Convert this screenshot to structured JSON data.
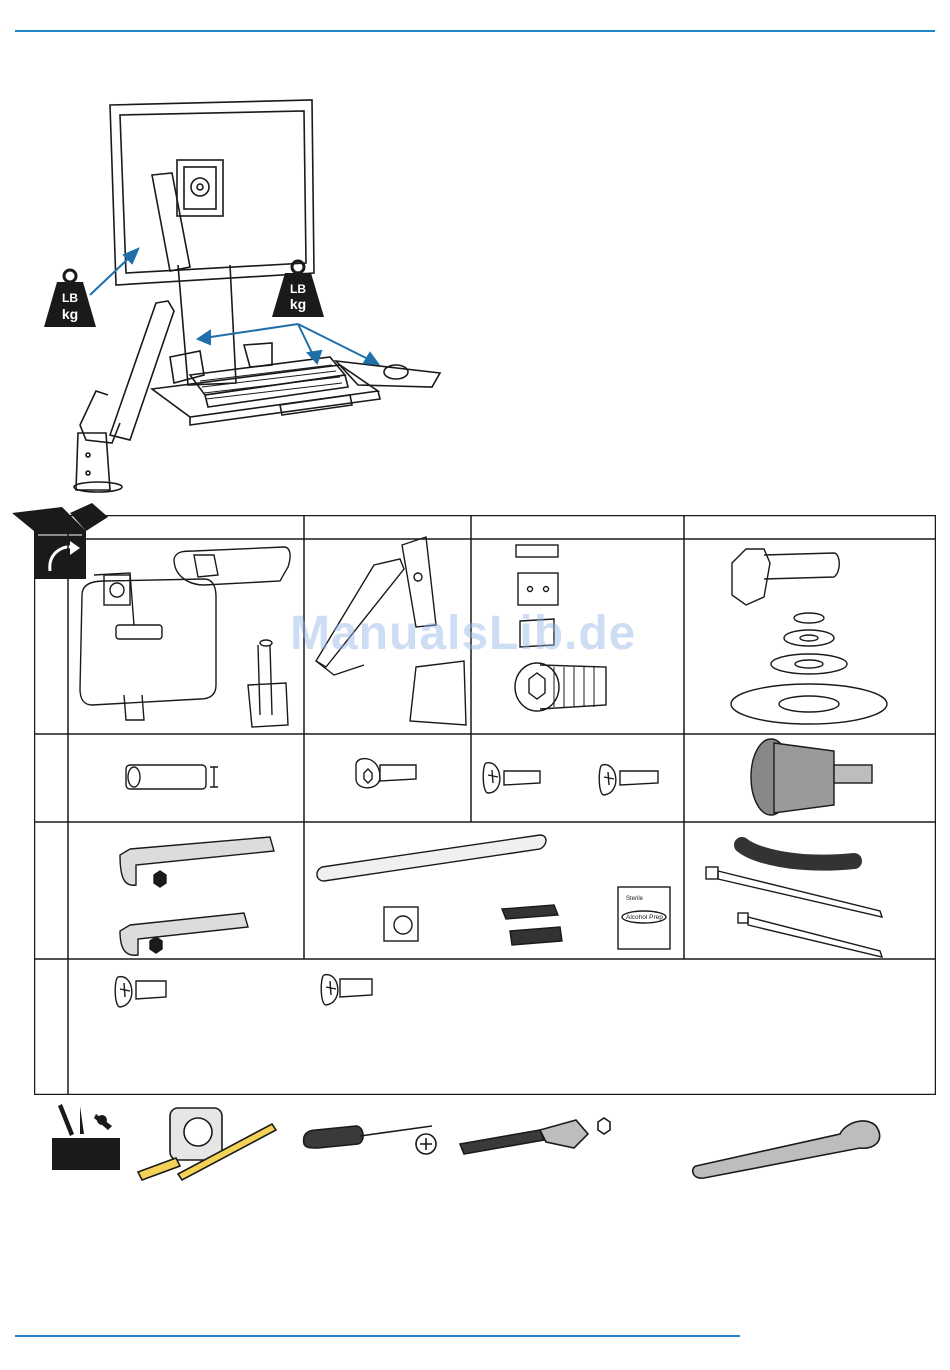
{
  "colors": {
    "accent_rule": "#1f88c8",
    "arrow": "#1f6fa8",
    "line": "#1a1a1a",
    "watermark": "#8fb6e8"
  },
  "watermark": {
    "text": "ManualsLib.de"
  },
  "weight_icons": [
    {
      "top": "LB",
      "bottom": "kg"
    },
    {
      "top": "LB",
      "bottom": "kg"
    }
  ],
  "parts_grid": {
    "rows": 4,
    "row_items": [
      [
        "mount-assembly",
        "keyboard-arm",
        "mounting-plates-and-screw",
        "bolt-and-washers"
      ],
      [
        "spacer-sleeve",
        "button-head-screw",
        "phillips-screws",
        "knob"
      ],
      [
        "hex-keys",
        "tray-bar-and-pads",
        "cable-wrap-and-ties"
      ],
      [
        "countersunk-screw",
        "pan-head-screw"
      ]
    ]
  },
  "alcohol_packet": {
    "line1": "Sterile",
    "line2": "Alcohol Prep"
  },
  "tools": [
    "toolbox-icon",
    "tape-measure-and-pencil-icon",
    "phillips-screwdriver-icon",
    "socket-wrench-icon",
    "ratchet-icon"
  ]
}
